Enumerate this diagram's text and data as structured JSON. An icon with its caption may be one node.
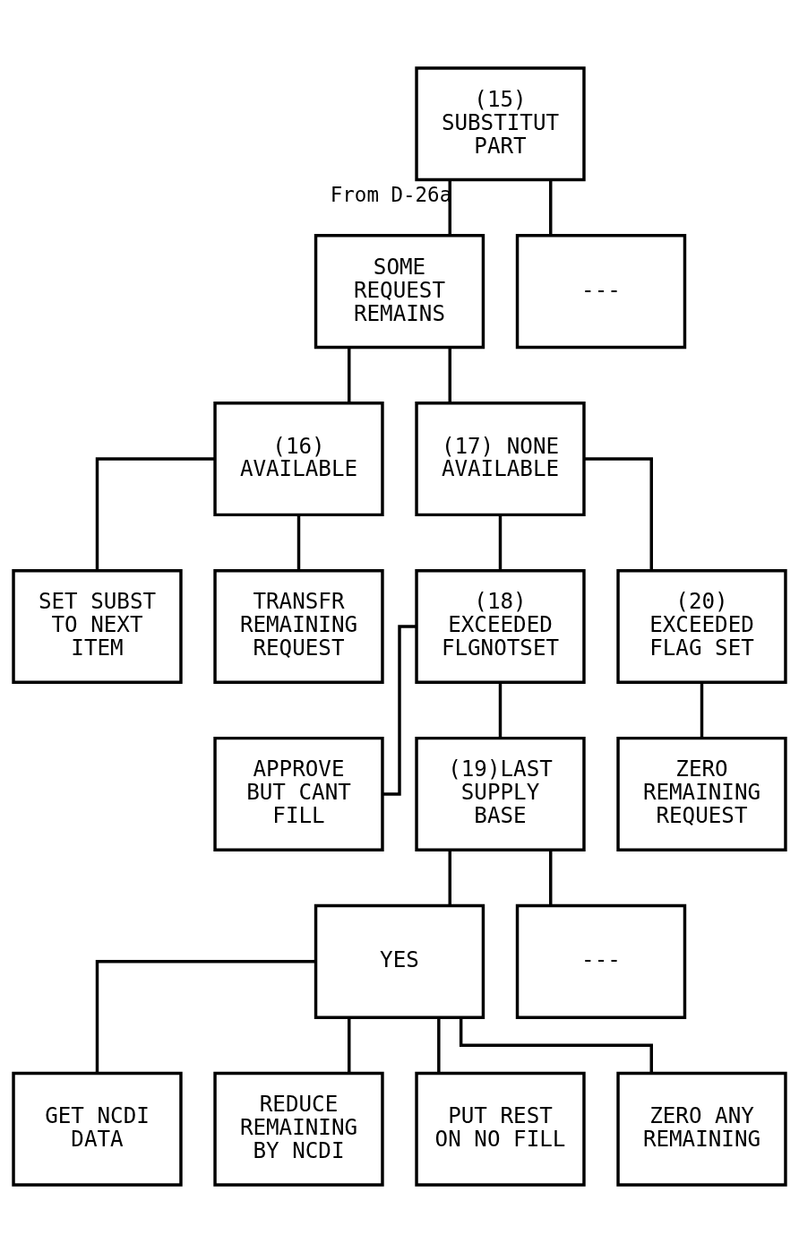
{
  "diagram": {
    "nodes": [
      {
        "text": [
          "(15) SUBSTITUT PART"
        ]
      },
      {
        "text": [
          "SOME REQUEST REMAINS"
        ]
      },
      {
        "text": [
          "---"
        ]
      },
      {
        "text": [
          "(16) AVAILABLE"
        ]
      },
      {
        "text": [
          "(17) NONE AVAILABLE"
        ]
      },
      {
        "text": [
          "SET SUBST TO NEXT ITEM"
        ]
      },
      {
        "text": [
          "TRANSFR REMAINING REQUEST"
        ]
      },
      {
        "text": [
          "(18) EXCEEDED FLGNOTSET"
        ]
      },
      {
        "text": [
          "(20) EXCEEDED FLAG SET"
        ]
      },
      {
        "text": [
          "APPROVE BUT CANT FILL"
        ]
      },
      {
        "text": [
          "(19)LAST SUPPLY BASE"
        ]
      },
      {
        "text": [
          "ZERO REMAINING REQUEST"
        ]
      },
      {
        "text": [
          "YES"
        ]
      },
      {
        "text": [
          "---"
        ]
      },
      {
        "text": [
          "GET NCDI DATA"
        ]
      },
      {
        "text": [
          "REDUCE REMAINING BY NCDI"
        ]
      },
      {
        "text": [
          "PUT REST ON NO FILL"
        ]
      },
      {
        "text": [
          "ZERO ANY REMAINING"
        ]
      }
    ],
    "edges": [
      {
        "from": 0,
        "to": 1,
        "arrow": "none",
        "label": "From D-26a"
      },
      {
        "from": 0,
        "to": 2,
        "arrow": "none"
      },
      {
        "from": 1,
        "to": 3,
        "arrow": "none"
      },
      {
        "from": 1,
        "to": 4,
        "arrow": "none"
      },
      {
        "from": 3,
        "to": 5,
        "arrow": "none"
      },
      {
        "from": 3,
        "to": 6,
        "arrow": "none"
      },
      {
        "from": 4,
        "to": 7,
        "arrow": "none"
      },
      {
        "from": 4,
        "to": 8,
        "arrow": "none"
      },
      {
        "from": 7,
        "to": 9,
        "arrow": "none"
      },
      {
        "from": 7,
        "to": 10,
        "arrow": "none"
      },
      {
        "from": 8,
        "to": 11,
        "arrow": "none"
      },
      {
        "from": 10,
        "to": 12,
        "arrow": "none"
      },
      {
        "from": 10,
        "to": 13,
        "arrow": "none"
      },
      {
        "from": 12,
        "to": 14,
        "arrow": "none"
      },
      {
        "from": 12,
        "to": 15,
        "arrow": "none"
      },
      {
        "from": 12,
        "to": 16,
        "arrow": "none"
      },
      {
        "from": 12,
        "to": 17,
        "arrow": "none"
      }
    ]
  }
}
